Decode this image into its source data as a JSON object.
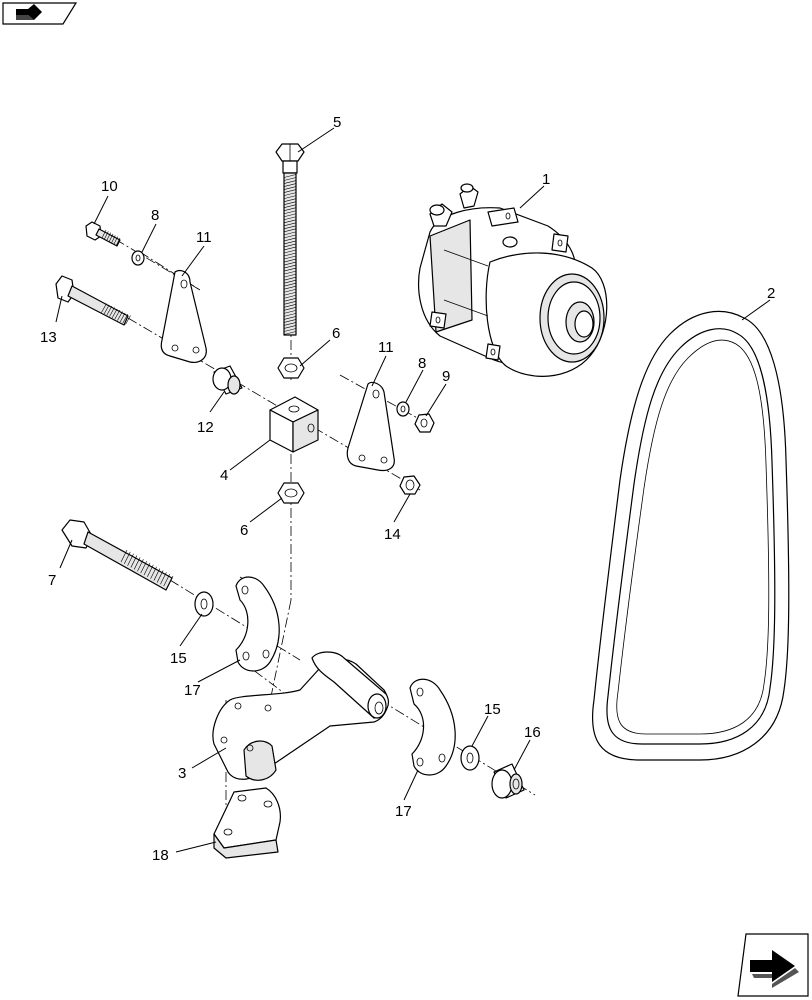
{
  "callouts": {
    "c1": "1",
    "c2": "2",
    "c3": "3",
    "c4": "4",
    "c5": "5",
    "c6a": "6",
    "c6b": "6",
    "c7": "7",
    "c8a": "8",
    "c8b": "8",
    "c9": "9",
    "c10": "10",
    "c11a": "11",
    "c11b": "11",
    "c12": "12",
    "c13": "13",
    "c14": "14",
    "c15a": "15",
    "c15b": "15",
    "c16": "16",
    "c17a": "17",
    "c17b": "17",
    "c18": "18"
  },
  "icons": {
    "top_left": "book-pointer-icon",
    "bottom_right": "next-page-arrow-icon"
  },
  "colors": {
    "line": "#000000",
    "background": "#ffffff",
    "shade": "#e6e6e6"
  }
}
